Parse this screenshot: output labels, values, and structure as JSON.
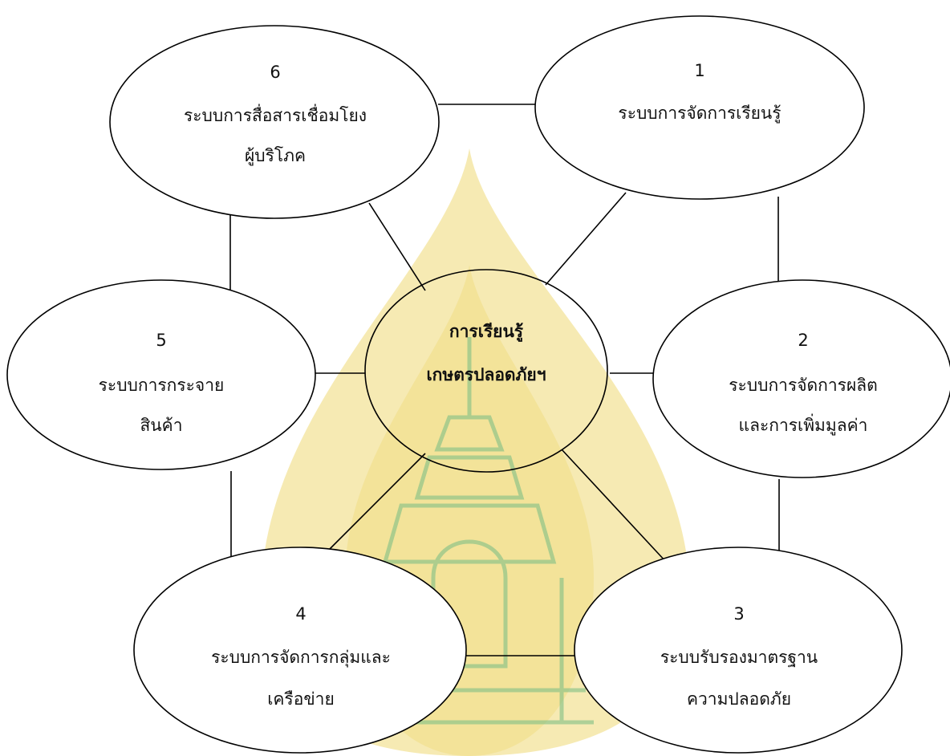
{
  "watermark": {
    "description": "university seal watermark (golden flame/leaf with temple motif)",
    "color_primary": "#f3e39a",
    "color_secondary": "#7fbf86"
  },
  "center": {
    "line1": "การเรียนรู้",
    "line2": "เกษตรปลอดภัยฯ"
  },
  "nodes": [
    {
      "id": "1",
      "number": "1",
      "lines": [
        "ระบบการจัดการเรียนรู้"
      ]
    },
    {
      "id": "2",
      "number": "2",
      "lines": [
        "ระบบการจัดการผลิต",
        "และการเพิ่มมูลค่า"
      ]
    },
    {
      "id": "3",
      "number": "3",
      "lines": [
        "ระบบรับรองมาตรฐาน",
        "ความปลอดภัย"
      ]
    },
    {
      "id": "4",
      "number": "4",
      "lines": [
        "ระบบการจัดการกลุ่มและ",
        "เครือข่าย"
      ]
    },
    {
      "id": "5",
      "number": "5",
      "lines": [
        "ระบบการกระจาย",
        "สินค้า"
      ]
    },
    {
      "id": "6",
      "number": "6",
      "lines": [
        "ระบบการสื่อสารเชื่อมโยง",
        "ผู้บริโภค"
      ]
    }
  ],
  "colors": {
    "line": "#000000",
    "text": "#111111",
    "background": "#ffffff"
  }
}
